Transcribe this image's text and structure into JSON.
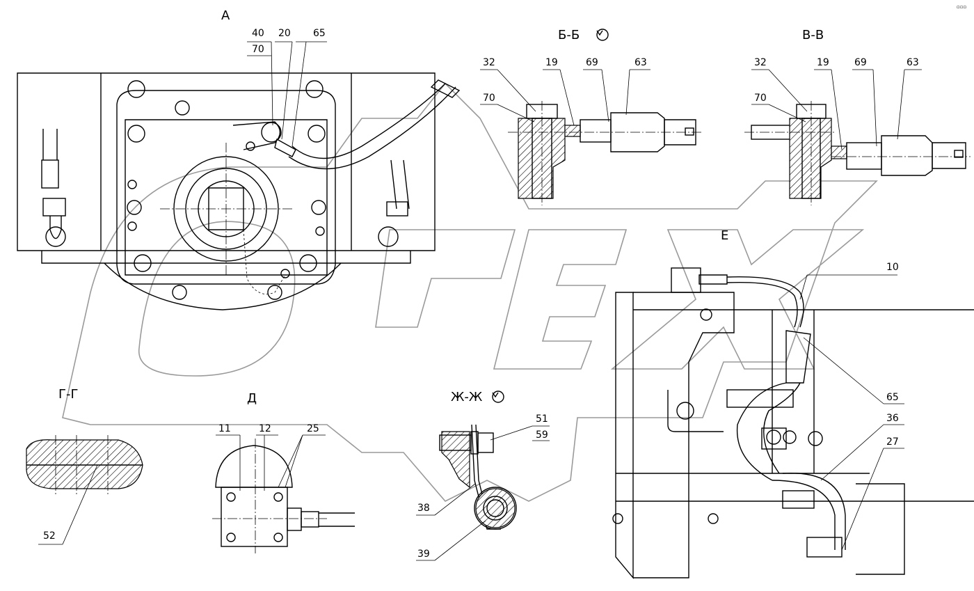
{
  "views": {
    "A": "А",
    "BB": "Б-Б",
    "VV": "В-В",
    "E": "Е",
    "GG": "Г-Г",
    "D": "Д",
    "ZhZh": "Ж-Ж"
  },
  "rotation_icon": "rotation-arrow-icon",
  "callouts": {
    "A": [
      "40",
      "70",
      "20",
      "65"
    ],
    "BB": [
      "32",
      "70",
      "19",
      "69",
      "63"
    ],
    "VV": [
      "32",
      "70",
      "19",
      "69",
      "63"
    ],
    "E": [
      "10",
      "65",
      "36",
      "27"
    ],
    "GG": [
      "52"
    ],
    "D": [
      "11",
      "12",
      "25"
    ],
    "ZhZh": [
      "51",
      "59",
      "38",
      "39"
    ]
  },
  "watermark": "OPEX",
  "corner_mark": "▫▫▫"
}
